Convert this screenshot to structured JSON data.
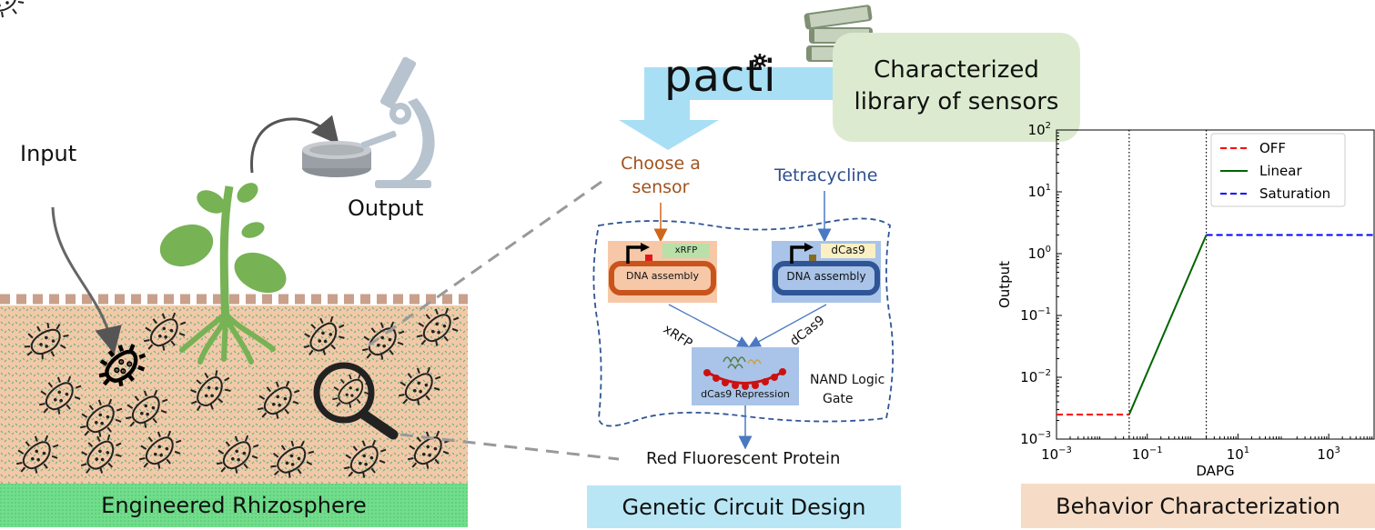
{
  "left_panel": {
    "input_label": "Input",
    "output_label": "Output",
    "title": "Engineered Rhizosphere",
    "title_bg": "#6fdc8c",
    "soil_color": "#f2c9a8"
  },
  "middle_panel": {
    "pacti_logo": "pacti",
    "library_label_line1": "Characterized",
    "library_label_line2": "library of sensors",
    "choose_line1": "Choose a",
    "choose_line2": "sensor",
    "tetracycline": "Tetracycline",
    "left_gene": "xRFP",
    "right_gene": "dCas9",
    "left_assembly": "DNA assembly",
    "right_assembly": "DNA assembly",
    "edge_left": "xRFP",
    "edge_right": "dCas9",
    "repression": "dCas9 Repression",
    "nand_line1": "NAND Logic",
    "nand_line2": "Gate",
    "output_protein": "Red Fluorescent Protein",
    "title": "Genetic Circuit Design",
    "title_bg": "#b8e6f5",
    "choose_color": "#a0521d",
    "tet_color": "#2f4f8f"
  },
  "right_panel": {
    "title": "Behavior Characterization",
    "title_bg": "#f6dcc6"
  },
  "chart_data": {
    "type": "line",
    "xlabel": "DAPG",
    "ylabel": "Output",
    "xscale": "log",
    "yscale": "log",
    "xlim": [
      0.001,
      10000
    ],
    "ylim": [
      0.001,
      100
    ],
    "x_ticks": [
      {
        "value": 0.001,
        "base": "10",
        "exp": "−3"
      },
      {
        "value": 0.1,
        "base": "10",
        "exp": "−1"
      },
      {
        "value": 10,
        "base": "10",
        "exp": "1"
      },
      {
        "value": 1000,
        "base": "10",
        "exp": "3"
      }
    ],
    "y_ticks": [
      {
        "value": 0.001,
        "base": "10",
        "exp": "−3"
      },
      {
        "value": 0.01,
        "base": "10",
        "exp": "−2"
      },
      {
        "value": 0.1,
        "base": "10",
        "exp": "−1"
      },
      {
        "value": 1,
        "base": "10",
        "exp": "0"
      },
      {
        "value": 10,
        "base": "10",
        "exp": "1"
      },
      {
        "value": 100,
        "base": "10",
        "exp": "2"
      }
    ],
    "vlines": [
      0.04,
      2.0
    ],
    "legend_position": "top-right",
    "series": [
      {
        "name": "OFF",
        "color": "#ff0000",
        "dash": "dashed",
        "x": [
          0.001,
          0.04
        ],
        "y": [
          0.0025,
          0.0025
        ]
      },
      {
        "name": "Linear",
        "color": "#006400",
        "dash": "solid",
        "x": [
          0.04,
          2.0
        ],
        "y": [
          0.0025,
          2.0
        ]
      },
      {
        "name": "Saturation",
        "color": "#0000ff",
        "dash": "dashed",
        "x": [
          2.0,
          10000
        ],
        "y": [
          2.0,
          2.0
        ]
      }
    ]
  }
}
